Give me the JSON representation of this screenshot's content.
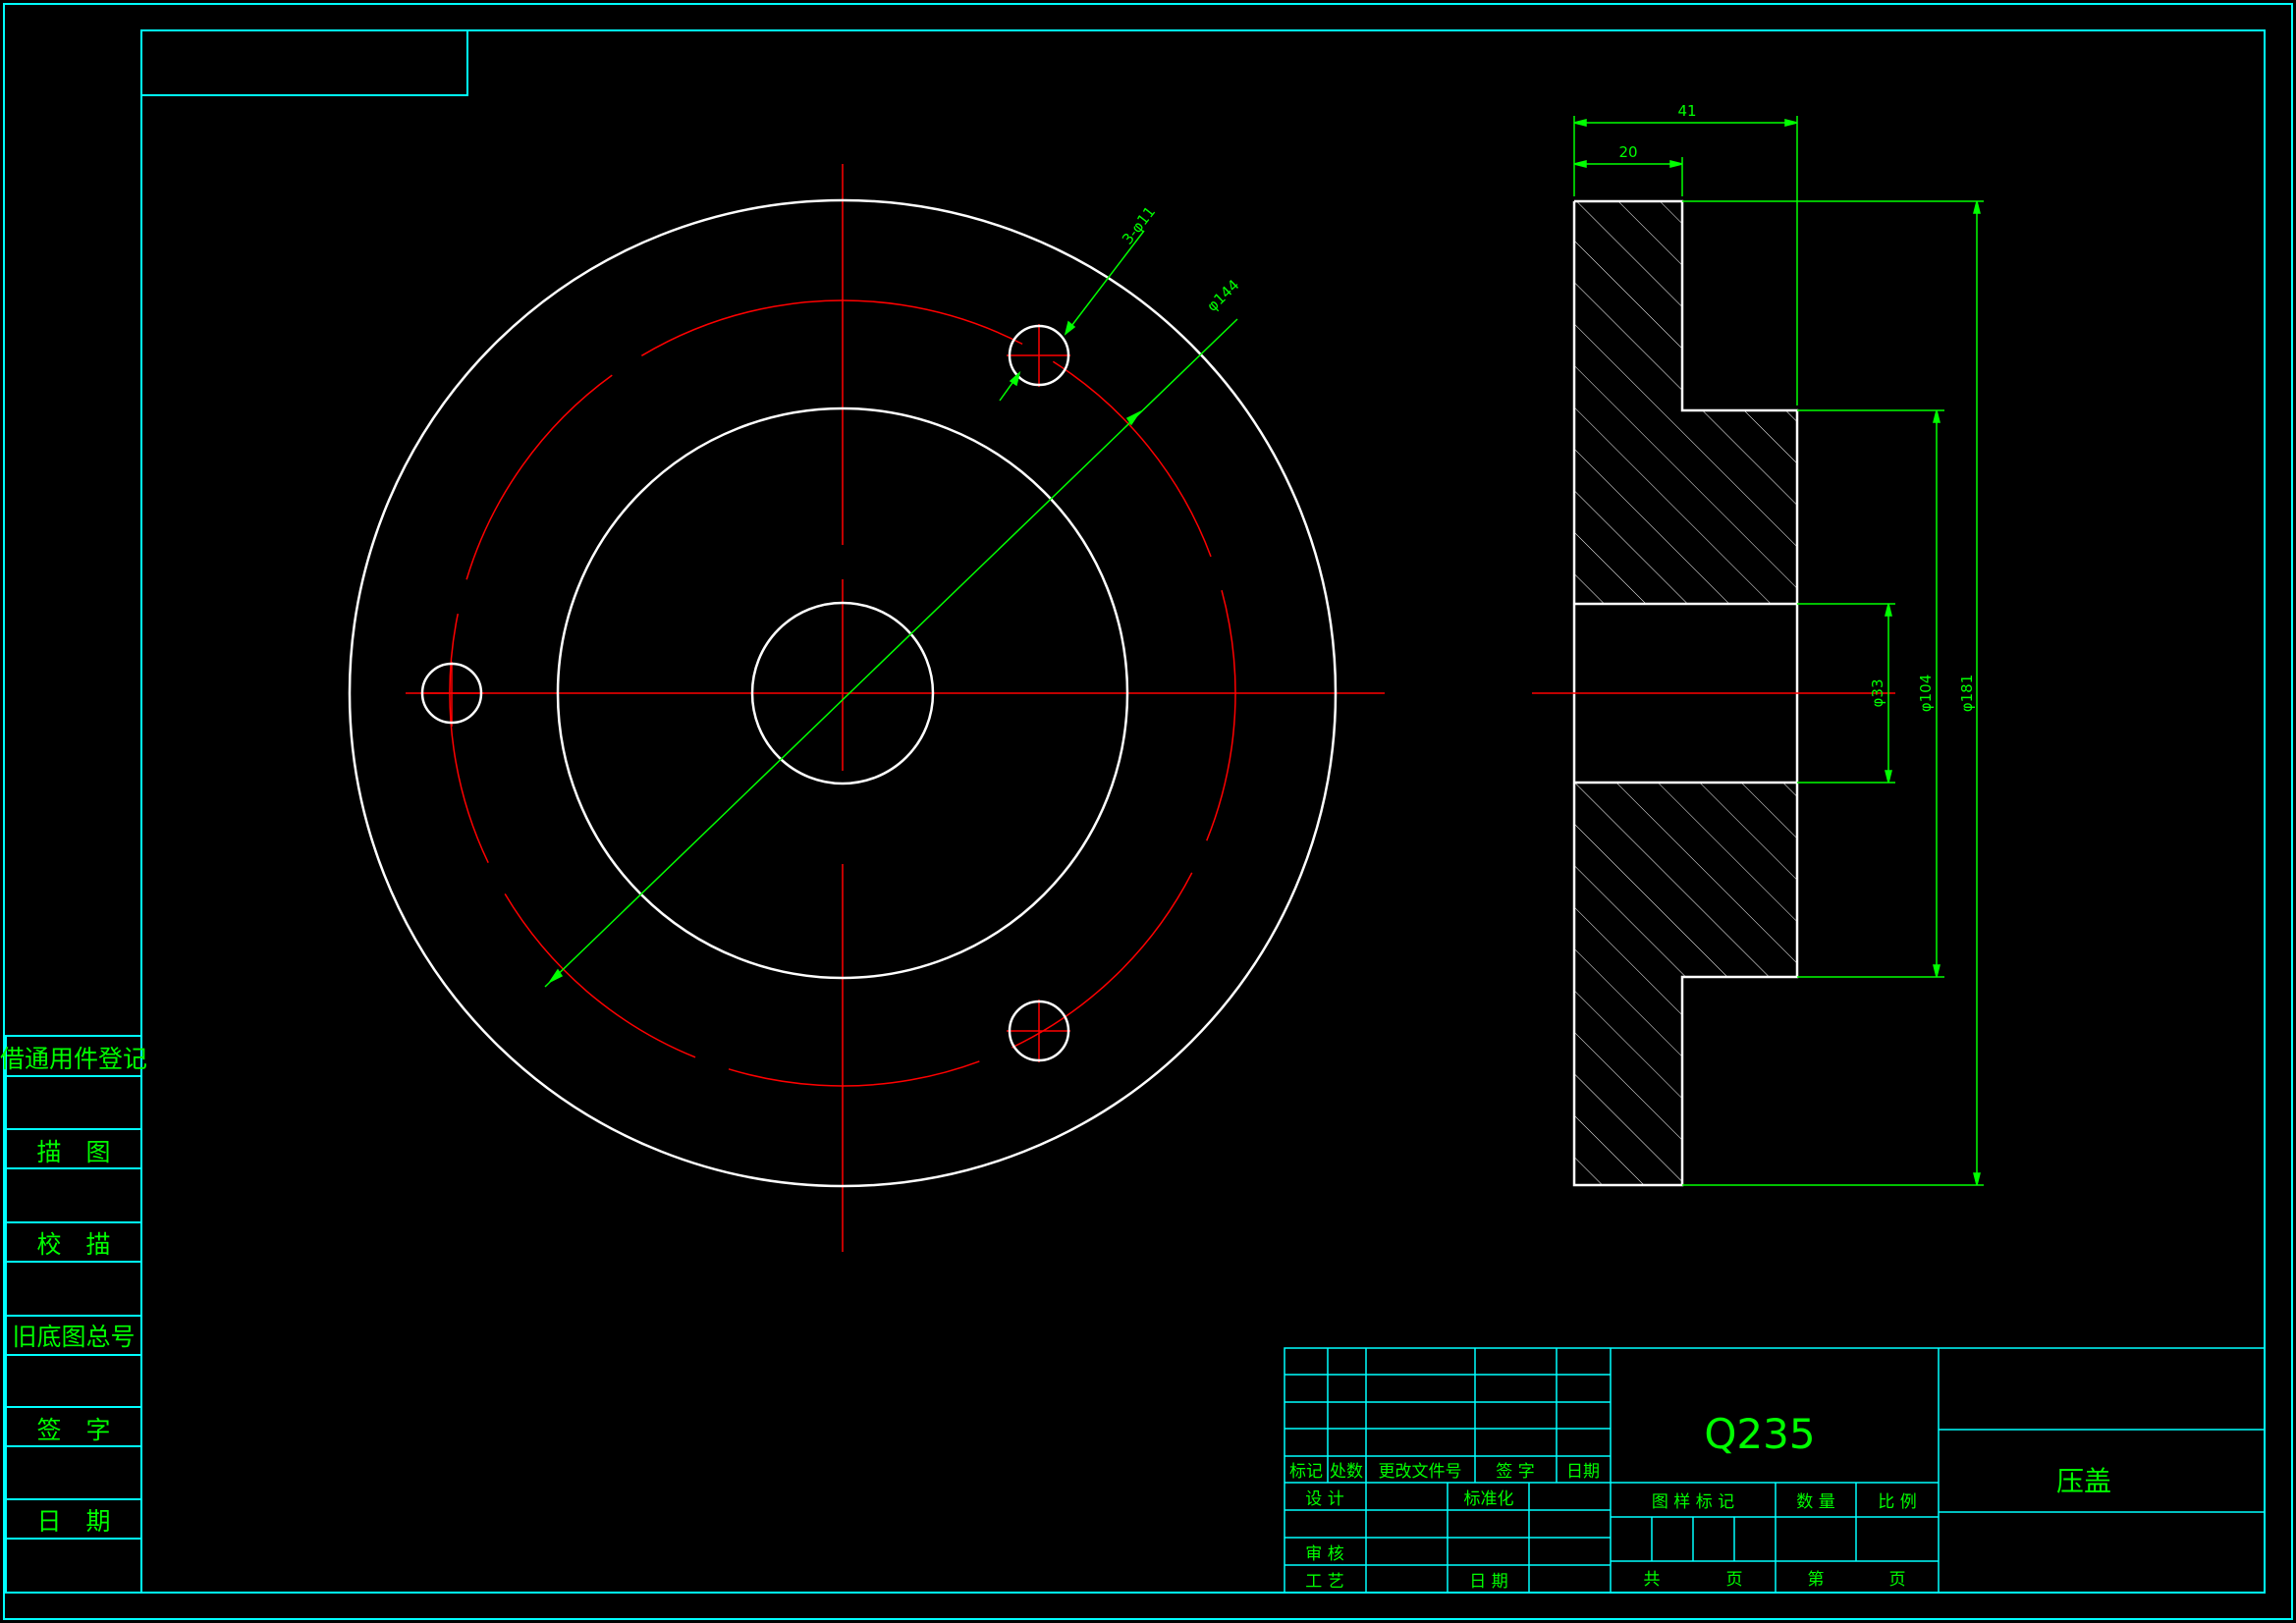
{
  "colors": {
    "background": "#000000",
    "frame": "#00ffff",
    "object_line": "#ffffff",
    "center_line": "#ff0000",
    "dimension": "#00ff00",
    "text": "#00ff00"
  },
  "left_strip": {
    "labels": [
      "借通用件登记",
      "描　图",
      "校　描",
      "旧底图总号",
      "签　字",
      "日　期"
    ]
  },
  "dimensions": {
    "bolt_holes": "3-φ11",
    "pitch_circle": "φ144",
    "width_total": "41",
    "width_flange": "20",
    "bore": "φ33",
    "hub": "φ104",
    "outer": "φ181"
  },
  "title_block": {
    "material": "Q235",
    "part_name": "压盖",
    "rev_headers": [
      "标记",
      "处数",
      "更改文件号",
      "签 字",
      "日期"
    ],
    "design": "设 计",
    "standardization": "标准化",
    "review": "审 核",
    "process": "工 艺",
    "date": "日 期",
    "drawing_mark": "图 样 标 记",
    "quantity": "数 量",
    "scale": "比 例",
    "total": "共",
    "sheet_unit": "页",
    "sheet_no": "第",
    "sheet_unit2": "页"
  }
}
